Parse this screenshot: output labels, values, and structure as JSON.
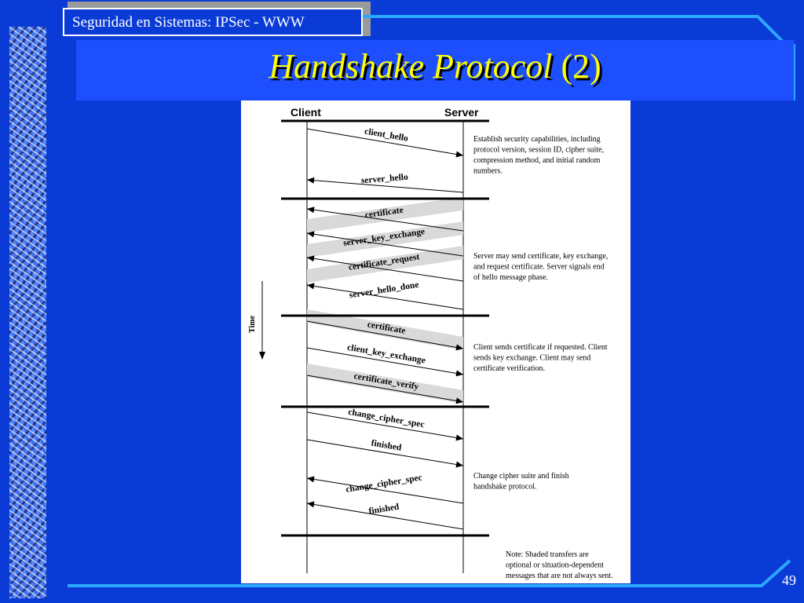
{
  "header": {
    "course": "Seguridad en Sistemas: IPSec - WWW",
    "title_main": "Handshake Protocol",
    "title_suffix": "(2)"
  },
  "diagram": {
    "client_label": "Client",
    "server_label": "Server",
    "time_label": "Time",
    "phases": [
      {
        "description": [
          "Establish security capabilities, including",
          "protocol version, session ID, cipher suite,",
          "compression method, and initial random",
          "numbers."
        ],
        "messages": [
          {
            "label": "client_hello",
            "direction": "to-server",
            "shaded": false
          },
          {
            "label": "server_hello",
            "direction": "to-client",
            "shaded": false
          }
        ]
      },
      {
        "description": [
          "Server may send certificate, key exchange,",
          "and request certificate. Server signals end",
          "of hello message phase."
        ],
        "messages": [
          {
            "label": "certificate",
            "direction": "to-client",
            "shaded": true
          },
          {
            "label": "server_key_exchange",
            "direction": "to-client",
            "shaded": true
          },
          {
            "label": "certificate_request",
            "direction": "to-client",
            "shaded": true
          },
          {
            "label": "server_hello_done",
            "direction": "to-client",
            "shaded": false
          }
        ]
      },
      {
        "description": [
          "Client sends certificate if requested. Client",
          "sends key exchange. Client may send",
          "certificate verification."
        ],
        "messages": [
          {
            "label": "certificate",
            "direction": "to-server",
            "shaded": true
          },
          {
            "label": "client_key_exchange",
            "direction": "to-server",
            "shaded": false
          },
          {
            "label": "certificate_verify",
            "direction": "to-server",
            "shaded": true
          }
        ]
      },
      {
        "description": [
          "Change cipher suite and finish",
          "handshake protocol."
        ],
        "messages": [
          {
            "label": "change_cipher_spec",
            "direction": "to-server",
            "shaded": false
          },
          {
            "label": "finished",
            "direction": "to-server",
            "shaded": false
          },
          {
            "label": "change_cipher_spec",
            "direction": "to-client",
            "shaded": false
          },
          {
            "label": "finished",
            "direction": "to-client",
            "shaded": false
          }
        ]
      }
    ],
    "note": [
      "Note: Shaded transfers are",
      "optional or situation-dependent",
      "messages that are not always sent."
    ]
  },
  "footer": {
    "page_number": "49"
  },
  "colors": {
    "background": "#0a3bd6",
    "title_panel": "#1e4fff",
    "title_text": "#ffff00",
    "frame_line": "#2aa7ff"
  }
}
